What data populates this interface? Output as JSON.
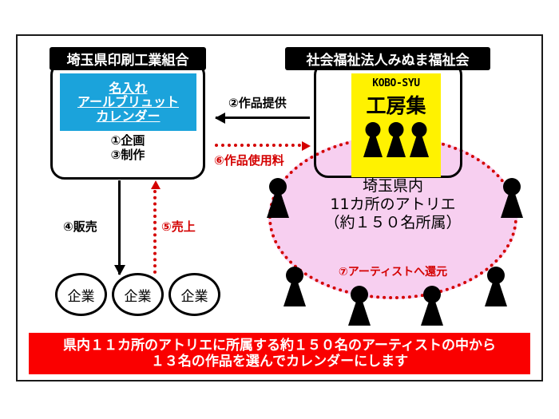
{
  "frame": {
    "border_color": "#1a1a1a"
  },
  "left_org": {
    "banner_label": "埼玉県印刷工業組合",
    "product": {
      "bg_color": "#1BA3DB",
      "lines": [
        "名入れ",
        "アールブリュット",
        "カレンダー"
      ]
    },
    "steps": [
      "①企画",
      "③制作"
    ]
  },
  "right_org": {
    "banner_label": "社会福祉法人みぬま福祉会",
    "kobo": {
      "bg_color": "#FFF200",
      "romaji": "KOBO-SYU",
      "kanji": "工房集",
      "figure_count": 3
    }
  },
  "atelier": {
    "bg_color": "#F7CFF0",
    "border_color": "#D40000",
    "lines": [
      "埼玉県内",
      "11カ所のアトリエ",
      "（約１５０名所属）"
    ],
    "note": "⑦アーティストへ還元",
    "outer_figure_count": 6
  },
  "flows": [
    {
      "id": "flow-2",
      "label": "②作品提供",
      "color": "#000000",
      "style": "solid",
      "direction": "left"
    },
    {
      "id": "flow-6",
      "label": "⑥作品使用料",
      "color": "#D40000",
      "style": "dotted",
      "direction": "right"
    },
    {
      "id": "flow-4",
      "label": "④販売",
      "color": "#000000",
      "style": "solid",
      "direction": "down"
    },
    {
      "id": "flow-5",
      "label": "⑤売上",
      "color": "#D40000",
      "style": "dotted",
      "direction": "up"
    }
  ],
  "companies": [
    {
      "label": "企業"
    },
    {
      "label": "企業"
    },
    {
      "label": "企業"
    }
  ],
  "bottom_banner": {
    "bg_color": "#FA0000",
    "lines": [
      "県内１１カ所のアトリエに所属する約１５０名のアーティストの中から",
      "１３名の作品を選んでカレンダーにします"
    ]
  }
}
